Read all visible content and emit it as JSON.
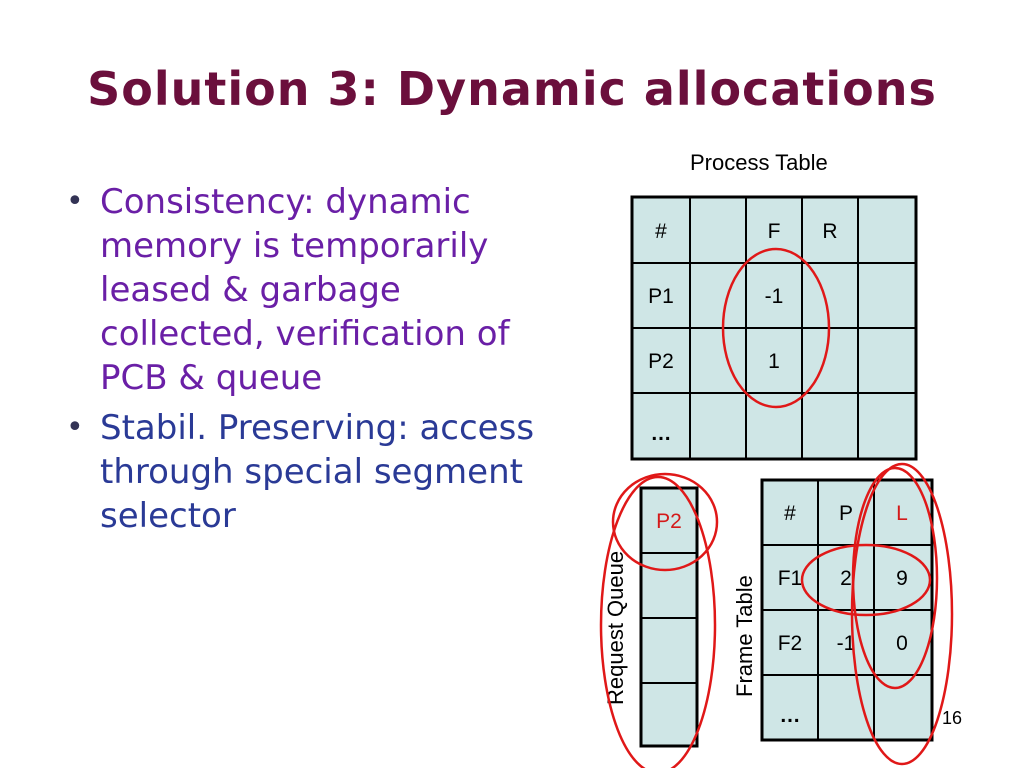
{
  "slide": {
    "title": "Solution 3: Dynamic allocations",
    "page_number": "16"
  },
  "bullets": [
    {
      "text": "Consistency: dynamic memory is temporarily leased & garbage collected, verification of PCB & queue"
    },
    {
      "text": "Stabil. Preserving: access through special segment selector"
    }
  ],
  "bullet_glyph": "•",
  "process_table": {
    "caption": "Process Table",
    "header": [
      "#",
      "",
      "F",
      "R",
      ""
    ],
    "rows": [
      [
        "P1",
        "",
        "-1",
        "",
        ""
      ],
      [
        "P2",
        "",
        "1",
        "",
        ""
      ],
      [
        "…",
        "",
        "",
        "",
        ""
      ]
    ]
  },
  "request_queue": {
    "caption": "Request Queue",
    "cells": [
      "P2",
      "",
      "",
      ""
    ]
  },
  "frame_table": {
    "caption": "Frame Table",
    "header": [
      "#",
      "P",
      "L"
    ],
    "rows": [
      [
        "F1",
        "2",
        "9"
      ],
      [
        "F2",
        "-1",
        "0"
      ],
      [
        "…",
        "",
        ""
      ]
    ]
  },
  "colors": {
    "title": "#6b0f3c",
    "bullet1": "#6a1fa6",
    "bullet2": "#2a3a96",
    "cell_fill": "#cfe6e6",
    "highlight_red": "#d41a1a",
    "ellipse": "#e01818"
  }
}
